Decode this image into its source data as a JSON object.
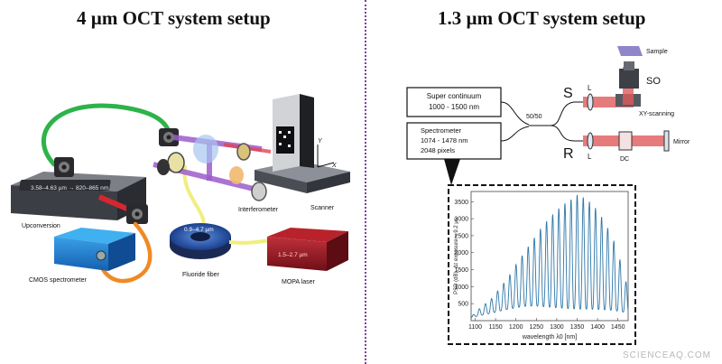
{
  "titles": {
    "left": "4 µm OCT system setup",
    "right": "1.3 µm OCT system setup"
  },
  "left_setup": {
    "upconversion_range": "3.58–4.63 µm → 820–865 nm",
    "upconversion": "Upconversion",
    "cmos": "CMOS spectrometer",
    "fiber_range": "0.9–4.7 µm",
    "fluoride": "Fluoride fiber",
    "laser_range": "1.5–2.7 µm",
    "mopa": "MOPA laser",
    "interferometer": "Interferometer",
    "scanner": "Scanner",
    "axis_y": "Y",
    "axis_x": "X"
  },
  "right_setup": {
    "sc_line1": "Super continuum",
    "sc_line2": "1000 - 1500 nm",
    "spec_line1": "Spectrometer",
    "spec_line2": "1074 - 1478 nm",
    "spec_line3": "2048 pixels",
    "coupler": "50/50",
    "s_arm": "S",
    "r_arm": "R",
    "lens_s": "L",
    "lens_r": "L",
    "so": "SO",
    "sample": "Sample",
    "xy": "XY-scanning",
    "dc": "DC",
    "mirror": "Mirror"
  },
  "chart_data": {
    "type": "line",
    "xlabel": "wavelength λ0 [nm]",
    "ylabel": "PSD (dB), Δτ exposure = 9.2 µs",
    "xlim": [
      1090,
      1475
    ],
    "ylim": [
      0,
      3800
    ],
    "x_ticks": [
      "1100",
      "1150",
      "1200",
      "1250",
      "1300",
      "1350",
      "1400",
      "1450"
    ],
    "y_ticks": [
      "500",
      "1000",
      "1500",
      "2000",
      "2500",
      "3000",
      "3500"
    ],
    "fringe_period_nm": 15,
    "envelope": {
      "x": [
        1090,
        1100,
        1120,
        1140,
        1160,
        1180,
        1200,
        1220,
        1240,
        1260,
        1280,
        1300,
        1320,
        1340,
        1350,
        1360,
        1370,
        1380,
        1400,
        1420,
        1440,
        1460,
        1475
      ],
      "peak": [
        100,
        250,
        450,
        650,
        950,
        1250,
        1650,
        2000,
        2350,
        2700,
        3000,
        3250,
        3450,
        3600,
        3700,
        3650,
        3600,
        3500,
        3250,
        2850,
        2350,
        1600,
        900
      ],
      "trough": [
        80,
        120,
        170,
        220,
        280,
        330,
        380,
        420,
        430,
        420,
        400,
        380,
        360,
        350,
        340,
        340,
        340,
        340,
        330,
        320,
        300,
        260,
        220
      ]
    },
    "line_color": "#2f77a8"
  },
  "watermark": "SCIENCEAQ.COM"
}
